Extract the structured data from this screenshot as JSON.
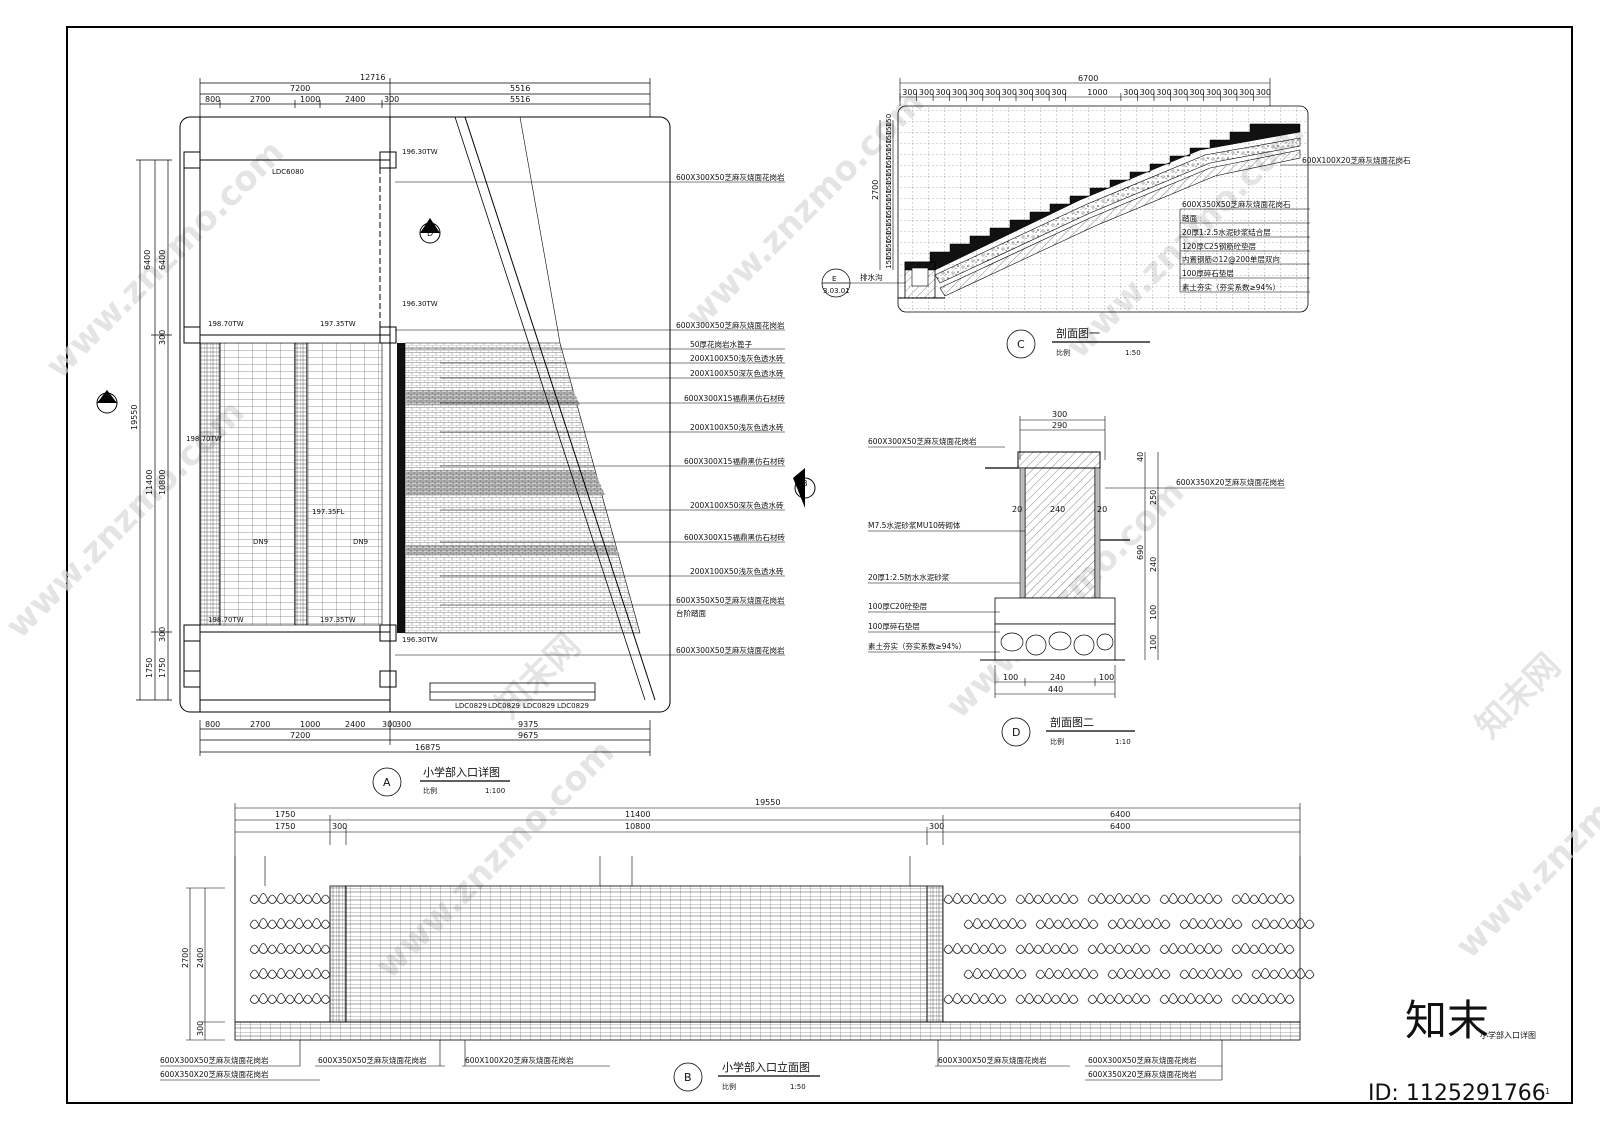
{
  "plan_a": {
    "dims_top_total": "12716",
    "dims_top_left": "7200",
    "dims_top_right": "5516",
    "dims_top_right2": "5516",
    "dims_top_parts": [
      "800",
      "2700",
      "1000",
      "2400",
      "300"
    ],
    "dims_bottom_parts": [
      "800",
      "2700",
      "1000",
      "2400",
      "300",
      "300",
      "9375"
    ],
    "dims_bottom_left": "7200",
    "dims_bottom_right": "9675",
    "dims_bottom_total": "16875",
    "dims_left_outer": [
      "6400",
      "19550"
    ],
    "dims_left_inner": [
      "6400",
      "300",
      "11400",
      "10800",
      "300",
      "1750",
      "1750"
    ],
    "elev_labels": [
      "196.30TW",
      "196.30TW",
      "198.70TW",
      "197.35TW",
      "198.70TW",
      "198.70TW",
      "197.35FL",
      "197.35TW",
      "196.30TW"
    ],
    "door_tag": "LDC6080",
    "window_tags": [
      "LDC0829",
      "LDC0829",
      "LDC0829",
      "LDC0829"
    ],
    "dn_tags": [
      "DN9",
      "DN9"
    ],
    "annotations": [
      "600X300X50芝麻灰烧面花岗岩",
      "600X300X50芝麻灰烧面花岗岩",
      "50厚花岗岩水篦子",
      "200X100X50浅灰色透水砖",
      "200X100X50深灰色透水砖",
      "600X300X15福鼎黑仿石材砖",
      "200X100X50浅灰色透水砖",
      "600X300X15福鼎黑仿石材砖",
      "200X100X50深灰色透水砖",
      "600X300X15福鼎黑仿石材砖",
      "200X100X50浅灰色透水砖",
      "600X350X50芝麻灰烧面花岗岩",
      "台阶踏面",
      "600X300X50芝麻灰烧面花岗岩"
    ],
    "callout_id": "A",
    "title": "小学部入口详图",
    "scale_label": "比例",
    "scale": "1:100",
    "section_marks": [
      "C",
      "D",
      "B"
    ]
  },
  "section_c": {
    "dims_top_total": "6700",
    "dims_top_parts": [
      "300",
      "300",
      "300",
      "300",
      "300",
      "300",
      "300",
      "300",
      "300",
      "300",
      "1000",
      "300",
      "300",
      "300",
      "300",
      "300",
      "300",
      "300",
      "300",
      "300"
    ],
    "dims_left": "2700",
    "dims_left_parts": [
      "150",
      "150",
      "150",
      "150",
      "150",
      "150",
      "150",
      "150",
      "150",
      "150",
      "150",
      "150",
      "150",
      "150",
      "150",
      "150",
      "150",
      "150"
    ],
    "annotations": [
      "600X100X20芝麻灰烧面花岗石",
      "600X350X50芝麻灰烧面花岗石",
      "踏面",
      "20厚1:2.5水泥砂浆结合层",
      "120厚C25钢筋砼垫层",
      "内置钢筋∅12@200单层双向",
      "100厚碎石垫层",
      "素土夯实（夯实系数≥94%）"
    ],
    "drain_label": "排水沟",
    "ref_mark": "E",
    "ref_sheet": "3.03.01",
    "callout_id": "C",
    "title": "剖面图一",
    "scale_label": "比例",
    "scale": "1:50"
  },
  "section_d": {
    "dims_top": [
      "300",
      "290"
    ],
    "dims_right": [
      "40",
      "250",
      "690",
      "240",
      "100",
      "100"
    ],
    "dims_inner": [
      "240",
      "20",
      "20"
    ],
    "dims_bottom": [
      "100",
      "240",
      "100"
    ],
    "dims_bottom_total": "440",
    "annotations_left": [
      "600X300X50芝麻灰烧面花岗岩",
      "M7.5水泥砂浆MU10砖砌体",
      "20厚1:2.5防水水泥砂浆",
      "100厚C20砼垫层",
      "100厚碎石垫层",
      "素土夯实（夯实系数≥94%）"
    ],
    "annotation_right": "600X350X20芝麻灰烧面花岗岩",
    "callout_id": "D",
    "title": "剖面图二",
    "scale_label": "比例",
    "scale": "1:10"
  },
  "elevation_b": {
    "dims_total": "19550",
    "dims_row1": [
      "1750",
      "11400",
      "6400"
    ],
    "dims_row2": [
      "1750",
      "300",
      "10800",
      "300",
      "6400"
    ],
    "dims_left": [
      "2700",
      "2400",
      "300"
    ],
    "annotations": [
      "600X300X50芝麻灰烧面花岗岩",
      "600X350X20芝麻灰烧面花岗岩",
      "600X350X50芝麻灰烧面花岗岩",
      "600X100X20芝麻灰烧面花岗岩",
      "600X300X50芝麻灰烧面花岗岩",
      "600X300X50芝麻灰烧面花岗岩",
      "600X350X20芝麻灰烧面花岗岩"
    ],
    "callout_id": "B",
    "title": "小学部入口立面图",
    "scale_label": "比例",
    "scale": "1:50"
  },
  "sheet": {
    "sheet_title_small": "小学部入口详图",
    "watermark_brand": "知末",
    "watermark_site": "www.znzmo.com",
    "watermark_cn": "知末网",
    "id_label": "ID: 1125291766",
    "page_no": "1"
  }
}
